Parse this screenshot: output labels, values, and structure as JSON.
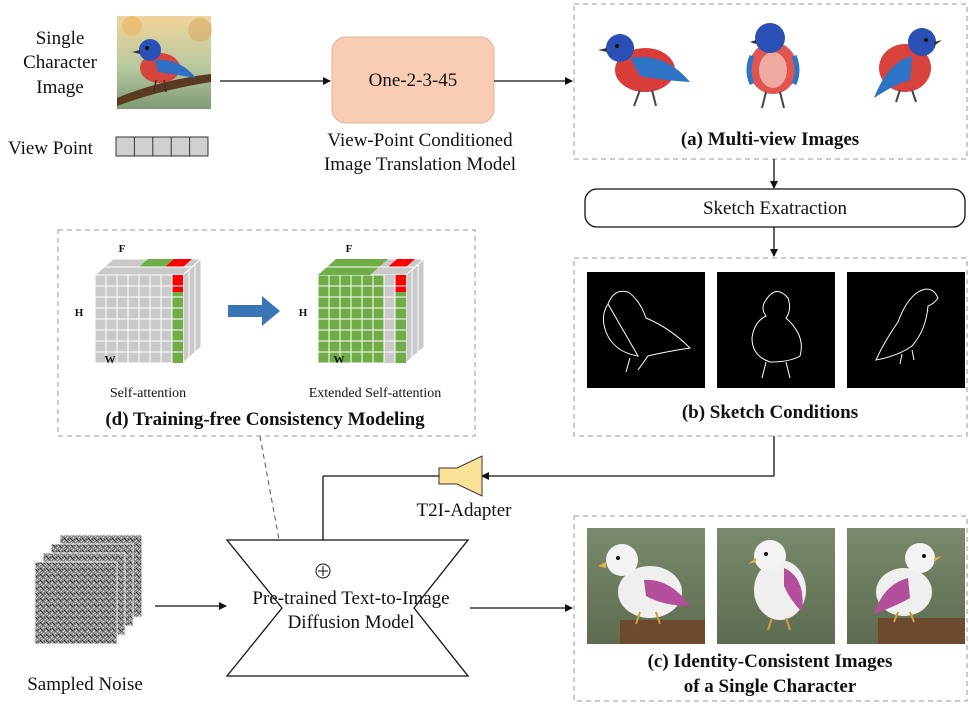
{
  "input": {
    "image_label": [
      "Single",
      "Character",
      "Image"
    ],
    "viewpoint_label": "View Point",
    "viewpoint_cells": 5
  },
  "translation_model": {
    "box_label": "One-2-3-45",
    "caption": [
      "View-Point Conditioned",
      "Image Translation Model"
    ]
  },
  "panel_a": {
    "caption": "(a) Multi-view Images"
  },
  "sketch_step": {
    "label": "Sketch Exatraction"
  },
  "panel_b": {
    "caption": "(b) Sketch Conditions"
  },
  "panel_d": {
    "face_labels": [
      "F",
      "H",
      "W"
    ],
    "left_caption": "Self-attention",
    "right_caption": "Extended Self-attention",
    "caption": "(d) Training-free Consistency Modeling"
  },
  "adapter": {
    "label": "T2I-Adapter"
  },
  "diffusion": {
    "label": [
      "Pre-trained Text-to-Image",
      "Diffusion Model"
    ]
  },
  "noise": {
    "label": "Sampled Noise"
  },
  "panel_c": {
    "caption": [
      "(c) Identity-Consistent Images",
      "of a Single Character"
    ]
  },
  "colors": {
    "translation_box": "#f8cdb4",
    "adapter": "#fbe49a",
    "arrow_blue": "#3a75b6",
    "cube_gray": "#c9c9c9",
    "cube_green": "#70ad47",
    "cube_red": "#ff0000",
    "dashed": "#999999"
  }
}
